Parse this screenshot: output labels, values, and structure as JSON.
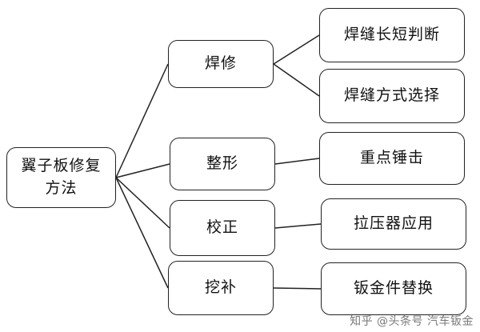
{
  "root": {
    "line1": "翼子板修复",
    "line2": "方法"
  },
  "branches": [
    {
      "label": "焊修"
    },
    {
      "label": "整形"
    },
    {
      "label": "校正"
    },
    {
      "label": "挖补"
    }
  ],
  "leaves": [
    {
      "label": "焊缝长短判断"
    },
    {
      "label": "焊缝方式选择"
    },
    {
      "label": "重点锤击"
    },
    {
      "label": "拉压器应用"
    },
    {
      "label": "钣金件替换"
    }
  ],
  "watermark": "知乎 @头条号 汽车钣金"
}
